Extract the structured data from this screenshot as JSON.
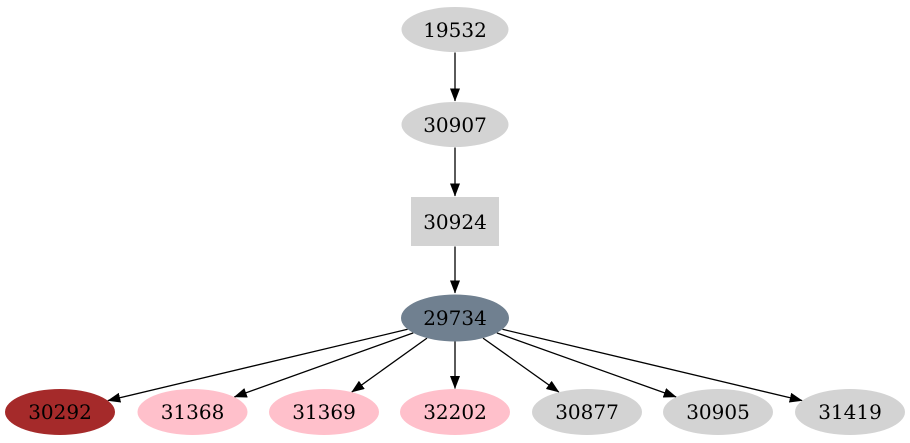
{
  "graph": {
    "background": "#ffffff",
    "text_color": "#000000",
    "edge_color": "#000000",
    "node_colors": {
      "default": "#d3d3d3",
      "highlight_dark_red": "#a52a2a",
      "highlight_pink": "#ffc0cb",
      "highlight_slate": "#708090"
    },
    "nodes": [
      {
        "id": "19532",
        "label": "19532",
        "shape": "ellipse",
        "color": "#d3d3d3"
      },
      {
        "id": "30907",
        "label": "30907",
        "shape": "ellipse",
        "color": "#d3d3d3"
      },
      {
        "id": "30924",
        "label": "30924",
        "shape": "box",
        "color": "#d3d3d3"
      },
      {
        "id": "29734",
        "label": "29734",
        "shape": "ellipse",
        "color": "#708090"
      },
      {
        "id": "30292",
        "label": "30292",
        "shape": "ellipse",
        "color": "#a52a2a"
      },
      {
        "id": "31368",
        "label": "31368",
        "shape": "ellipse",
        "color": "#ffc0cb"
      },
      {
        "id": "31369",
        "label": "31369",
        "shape": "ellipse",
        "color": "#ffc0cb"
      },
      {
        "id": "32202",
        "label": "32202",
        "shape": "ellipse",
        "color": "#ffc0cb"
      },
      {
        "id": "30877",
        "label": "30877",
        "shape": "ellipse",
        "color": "#d3d3d3"
      },
      {
        "id": "30905",
        "label": "30905",
        "shape": "ellipse",
        "color": "#d3d3d3"
      },
      {
        "id": "31419",
        "label": "31419",
        "shape": "ellipse",
        "color": "#d3d3d3"
      }
    ],
    "edges": [
      {
        "from": "19532",
        "to": "30907"
      },
      {
        "from": "30907",
        "to": "30924"
      },
      {
        "from": "30924",
        "to": "29734"
      },
      {
        "from": "29734",
        "to": "30292"
      },
      {
        "from": "29734",
        "to": "31368"
      },
      {
        "from": "29734",
        "to": "31369"
      },
      {
        "from": "29734",
        "to": "32202"
      },
      {
        "from": "29734",
        "to": "30877"
      },
      {
        "from": "29734",
        "to": "30905"
      },
      {
        "from": "29734",
        "to": "31419"
      }
    ]
  }
}
